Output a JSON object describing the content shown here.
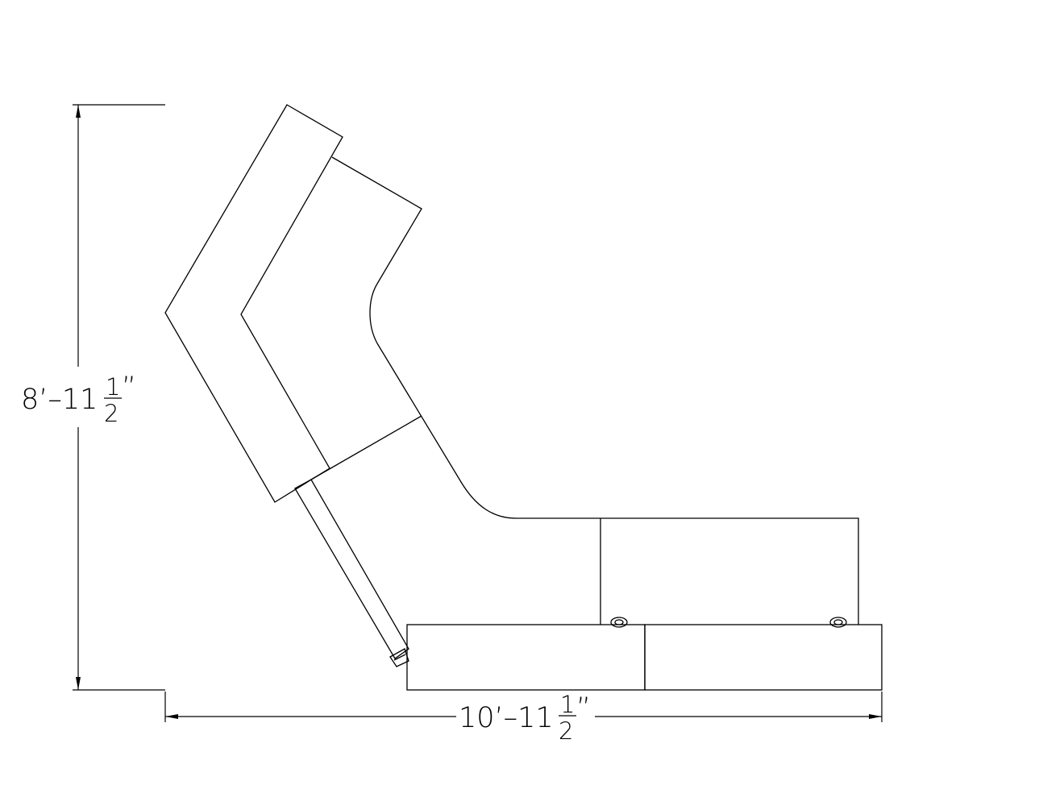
{
  "drawing": {
    "type": "plan view line drawing",
    "line_color": "#000000",
    "background_color": "#ffffff"
  },
  "dimensions": {
    "height": {
      "whole": "8’–11",
      "numerator": "1",
      "denominator": "2",
      "suffix": "”"
    },
    "width": {
      "whole": "10’–11",
      "numerator": "1",
      "denominator": "2",
      "suffix": "”"
    }
  }
}
